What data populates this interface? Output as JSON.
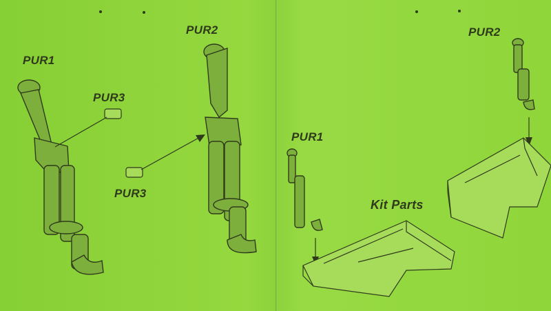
{
  "labels": {
    "pur1_left": "PUR1",
    "pur3_top": "PUR3",
    "pur2_center": "PUR2",
    "pur3_bottom": "PUR3",
    "pur1_right": "PUR1",
    "pur2_right": "PUR2",
    "kit_parts": "Kit Parts"
  },
  "colors": {
    "paper": "#8fd63a",
    "ink": "#2f3a1c"
  }
}
